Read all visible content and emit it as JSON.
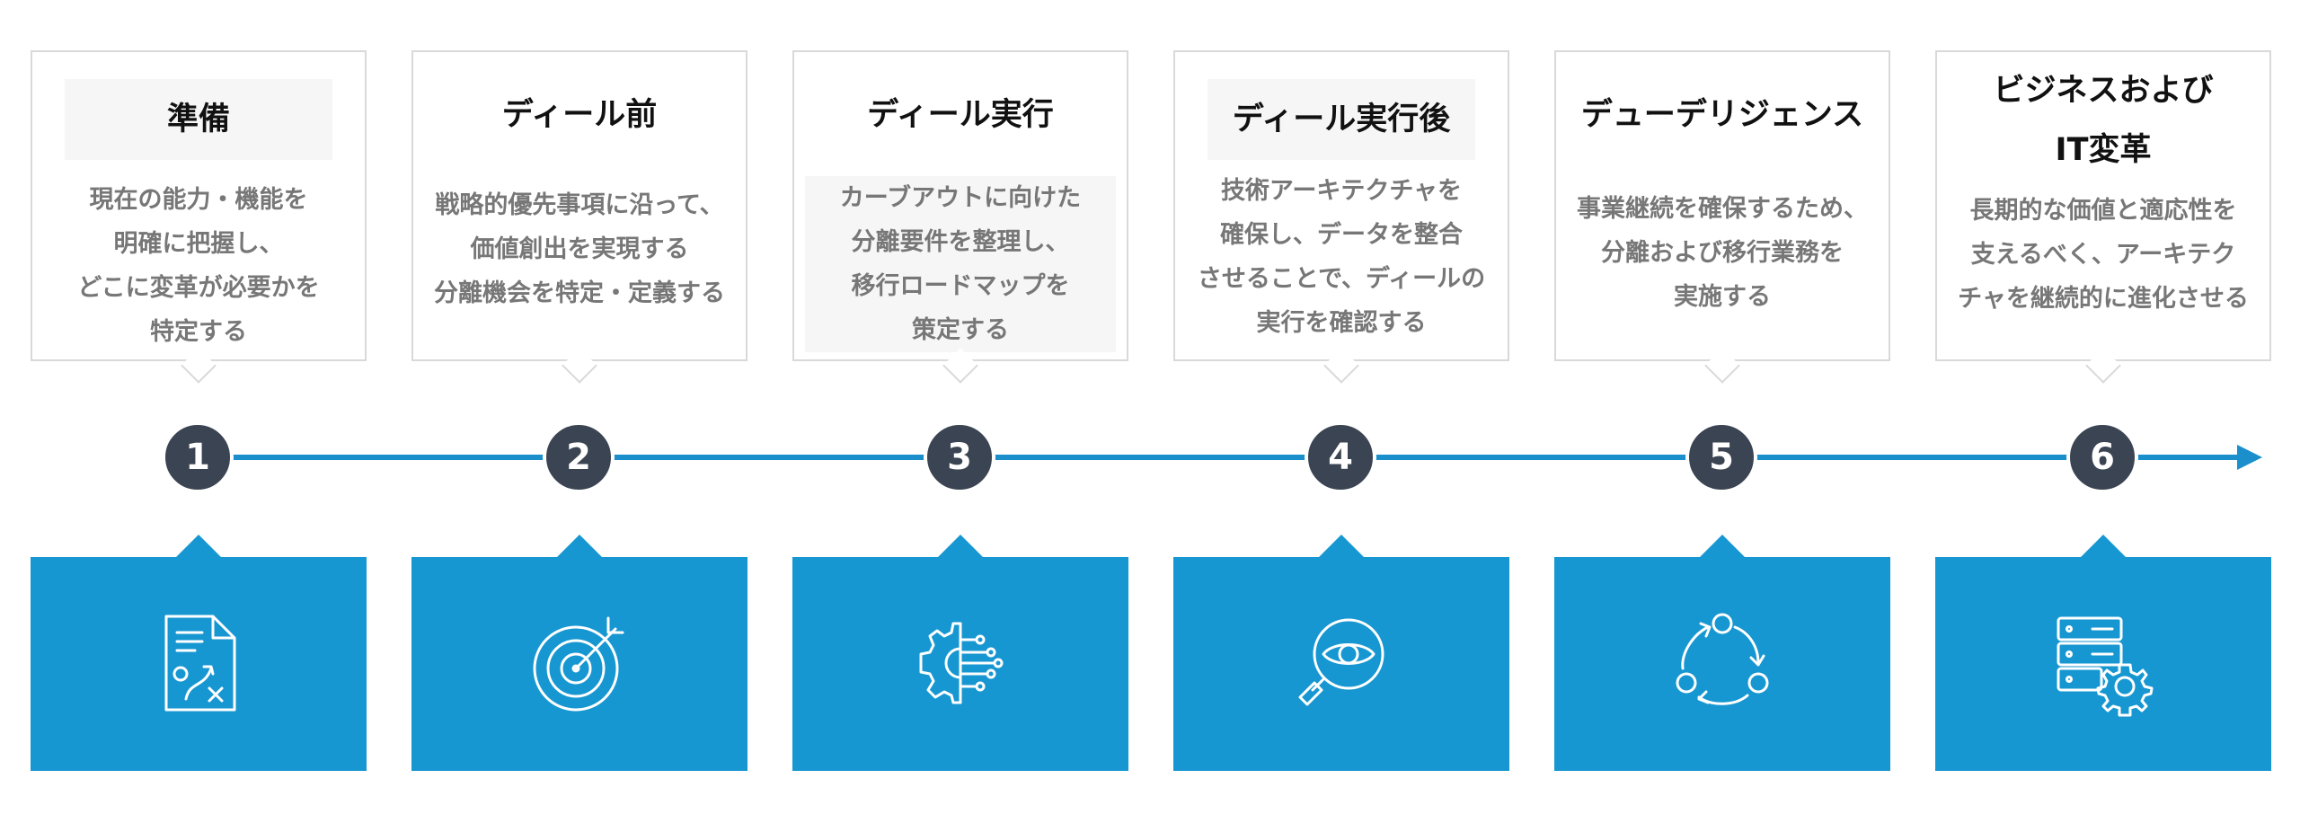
{
  "steps": [
    {
      "number": "1",
      "title": [
        "準備"
      ],
      "description": [
        "現在の能力・機能を",
        "明確に把握し、",
        "どこに変革が必要かを",
        "特定する"
      ],
      "icon": "document-strategy-icon"
    },
    {
      "number": "2",
      "title": [
        "ディール前"
      ],
      "description": [
        "戦略的優先事項に沿って、",
        "価値創出を実現する",
        "分離機会を特定・定義する"
      ],
      "icon": "target-icon"
    },
    {
      "number": "3",
      "title": [
        "ディール実行"
      ],
      "description": [
        "カーブアウトに向けた",
        "分離要件を整理し、",
        "移行ロードマップを",
        "策定する"
      ],
      "icon": "gear-circuit-icon"
    },
    {
      "number": "4",
      "title": [
        "ディール実行後"
      ],
      "description": [
        "技術アーキテクチャを",
        "確保し、データを整合",
        "させることで、ディールの",
        "実行を確認する"
      ],
      "icon": "magnifier-eye-icon"
    },
    {
      "number": "5",
      "title": [
        "デューデリジェンス"
      ],
      "description": [
        "事業継続を確保するため、",
        "分離および移行業務を",
        "実施する"
      ],
      "icon": "cycle-arrows-icon"
    },
    {
      "number": "6",
      "title": [
        "ビジネスおよび",
        "IT変革"
      ],
      "description": [
        "長期的な価値と適応性を",
        "支えるべく、アーキテク",
        "チャを継続的に進化させる"
      ],
      "icon": "server-gear-icon"
    }
  ],
  "colors": {
    "accent_blue": "#1797d1",
    "timeline_blue": "#1a8fcb",
    "circle_dark": "#3b4452",
    "card_border": "#d9d9d9",
    "desc_gray": "#777777"
  }
}
